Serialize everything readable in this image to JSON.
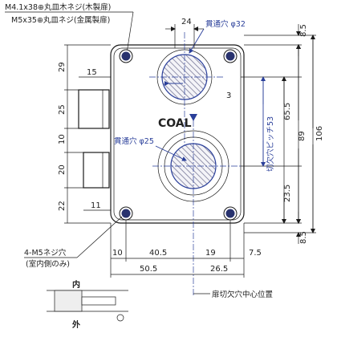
{
  "screw_notes": {
    "wood_door": "M4.1x38⊕丸皿木ネジ(木製扉)",
    "metal_door": "M5x35⊕丸皿ネジ(金属製扉)"
  },
  "brand": "COAL",
  "holes": {
    "upper": "貫通穴 φ32",
    "lower": "貫通穴 φ25"
  },
  "cutout_pitch": "切欠穴ピッチ53",
  "mount_holes": "4-M5ネジ穴",
  "mount_holes_note": "(室内側のみ)",
  "door_cutout_center": "扉切欠穴中心位置",
  "inside_label": "内",
  "outside_label": "外",
  "dims": {
    "top_24": "24",
    "right_top_8_5": "8.5",
    "right_bottom_8_5": "8.5",
    "right_106": "106",
    "right_89": "89",
    "right_65_5": "65.5",
    "right_23_5": "23.5",
    "left_29": "29",
    "left_15": "15",
    "left_25": "25",
    "left_10": "10",
    "left_20": "20",
    "left_11": "11",
    "left_22": "22",
    "small_3": "3",
    "bottom_10": "10",
    "bottom_40_5": "40.5",
    "bottom_19": "19",
    "bottom_7_5": "7.5",
    "bottom_50_5": "50.5",
    "bottom_26_5": "26.5"
  }
}
